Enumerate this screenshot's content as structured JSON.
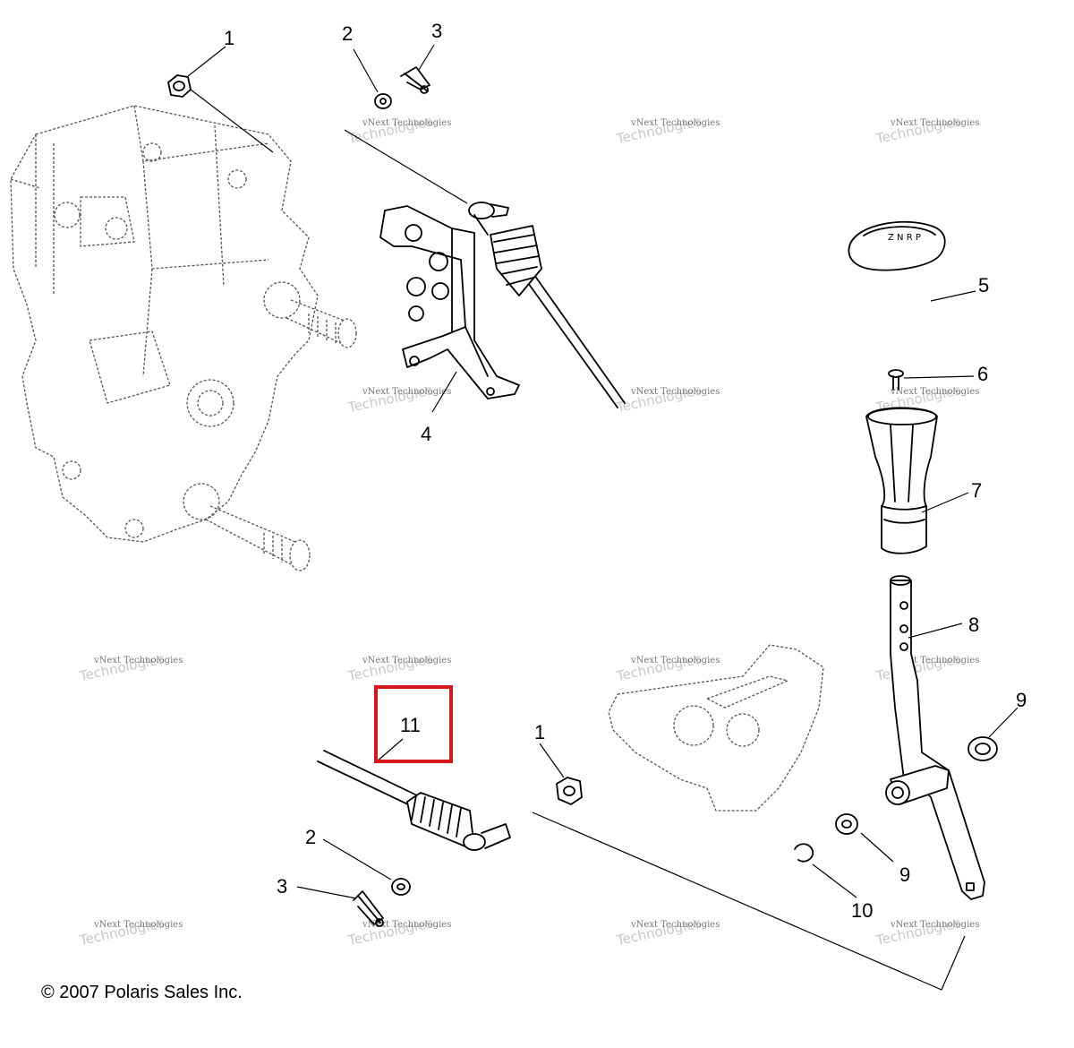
{
  "callouts": [
    {
      "id": "c1a",
      "label": "1"
    },
    {
      "id": "c2a",
      "label": "2"
    },
    {
      "id": "c3a",
      "label": "3"
    },
    {
      "id": "c4",
      "label": "4"
    },
    {
      "id": "c5",
      "label": "5"
    },
    {
      "id": "c6",
      "label": "6"
    },
    {
      "id": "c7",
      "label": "7"
    },
    {
      "id": "c8",
      "label": "8"
    },
    {
      "id": "c9a",
      "label": "9"
    },
    {
      "id": "c9b",
      "label": "9"
    },
    {
      "id": "c10",
      "label": "10"
    },
    {
      "id": "c11",
      "label": "11"
    },
    {
      "id": "c1b",
      "label": "1"
    },
    {
      "id": "c2b",
      "label": "2"
    },
    {
      "id": "c3b",
      "label": "3"
    }
  ],
  "watermark": {
    "line1": "vNext Technologies",
    "line2": "Technologies"
  },
  "highlight": {
    "label": "11",
    "color": "#d9161c"
  },
  "copyright": "© 2007 Polaris Sales Inc."
}
